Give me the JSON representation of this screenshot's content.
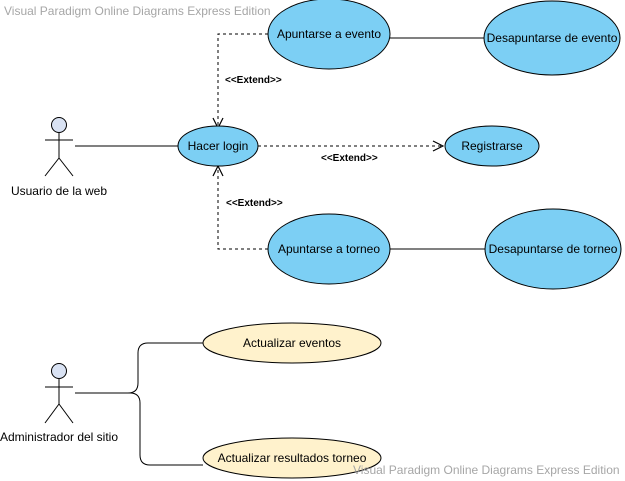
{
  "watermark": {
    "top": "Visual Paradigm Online Diagrams Express Edition",
    "bottom": "Visual Paradigm Online Diagrams Express Edition"
  },
  "actors": {
    "web_user": "Usuario de la web",
    "admin": "Administrador del sitio"
  },
  "use_cases": {
    "apuntarse_evento": "Apuntarse a evento",
    "desapuntarse_evento": "Desapuntarse de evento",
    "hacer_login": "Hacer login",
    "registrarse": "Registrarse",
    "apuntarse_torneo": "Apuntarse a torneo",
    "desapuntarse_torneo": "Desapuntarse de torneo",
    "actualizar_eventos": "Actualizar eventos",
    "actualizar_resultados": "Actualizar resultados torneo"
  },
  "relations": {
    "extend_evento": "<<Extend>>",
    "extend_registro": "<<Extend>>",
    "extend_torneo": "<<Extend>>"
  },
  "colors": {
    "use_case_fill": "#7ccff4",
    "admin_use_case_fill": "#fff2cc",
    "actor_head": "#d9e2f3",
    "stroke": "#000000",
    "watermark": "#a6a6a6"
  }
}
